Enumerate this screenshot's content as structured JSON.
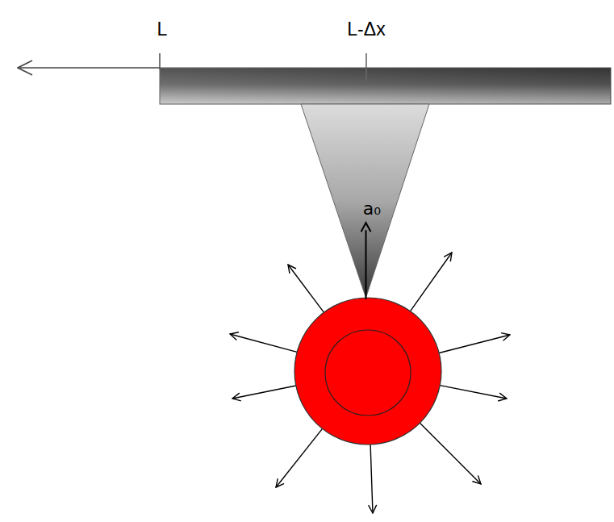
{
  "diagram": {
    "nodes": [
      {
        "text": [
          "a₀"
        ]
      }
    ],
    "labels": [
      "L",
      "L-Δx"
    ]
  }
}
